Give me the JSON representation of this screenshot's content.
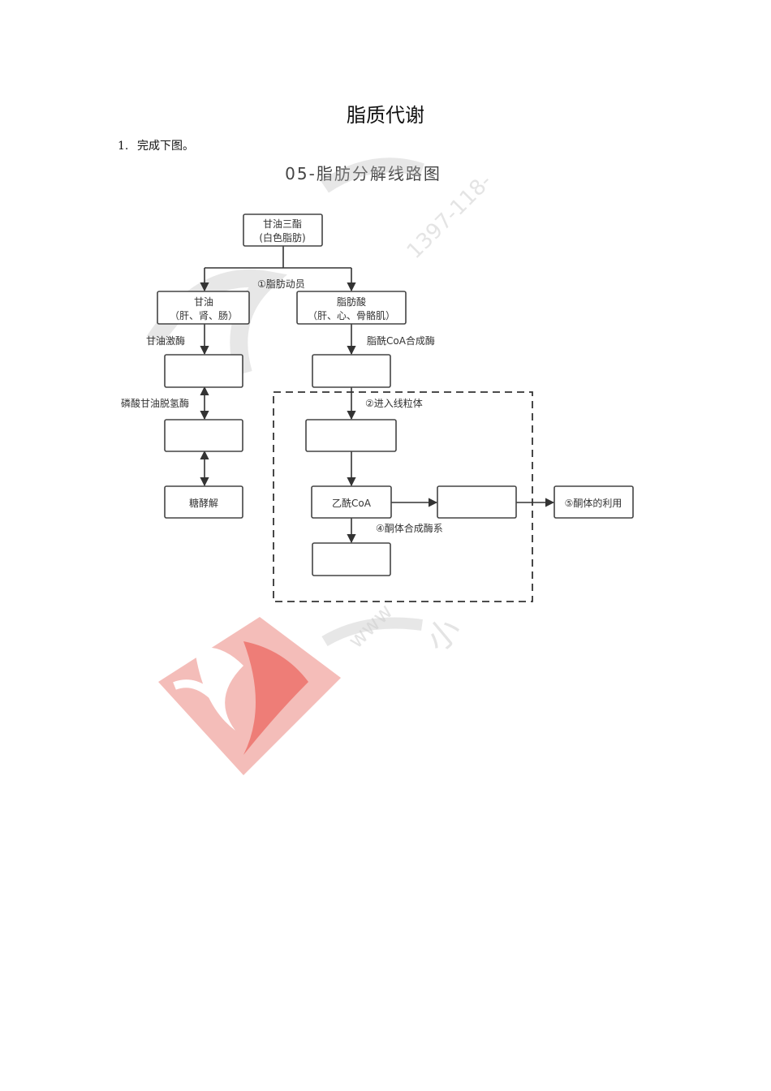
{
  "document": {
    "title": "脂质代谢",
    "question": {
      "number": "1.",
      "text": "完成下图。"
    }
  },
  "diagram": {
    "title": "05-脂肪分解线路图",
    "nodes": {
      "triglyceride": {
        "line1": "甘油三酯",
        "line2": "(白色脂肪)"
      },
      "glycerol": {
        "line1": "甘油",
        "line2": "（肝、肾、肠）"
      },
      "fatty_acid": {
        "line1": "脂肪酸",
        "line2": "（肝、心、骨骼肌）"
      },
      "blank_1": "",
      "blank_2": "",
      "blank_3": "",
      "blank_4": "",
      "blank_5": "",
      "blank_6": "",
      "glycolysis": "糖酵解",
      "acetyl_coa": "乙酰CoA",
      "ketone_use": "⑤酮体的利用"
    },
    "edge_labels": {
      "fat_mobilization": "①脂肪动员",
      "glycerol_kinase": "甘油激酶",
      "acyl_coa_synthetase": "脂酰CoA合成酶",
      "g3p_dehydrogenase": "磷酸甘油脱氢酶",
      "enter_mitochondria": "②进入线粒体",
      "ketone_synthase": "④酮体合成酶系"
    }
  },
  "watermark": {
    "phone": "1397-118-",
    "site": "www",
    "brand": "小"
  },
  "colors": {
    "logo_red": "#e8473f",
    "logo_pink": "#f3b2ad",
    "watermark_gray": "#cfcfcf"
  }
}
